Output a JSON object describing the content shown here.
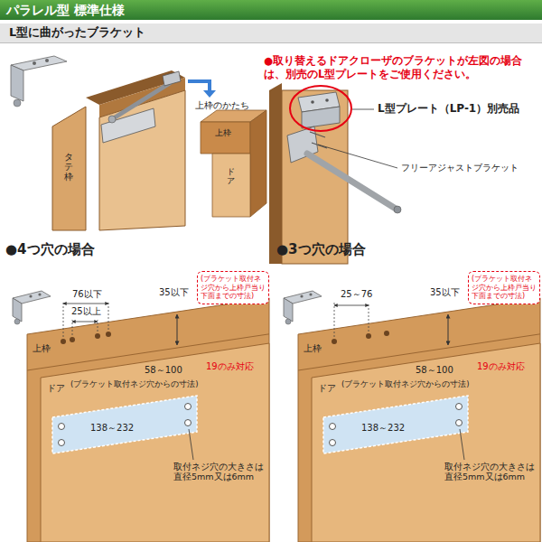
{
  "diagram": {
    "title": "パラレル型 標準仕様",
    "nodes": [
      {
        "text": [
          "L型に曲がったブラケット"
        ]
      },
      {
        "text": [
          "(ブラケット取付ネジ穴から上枠戸当り下面までの寸法)"
        ]
      },
      {
        "text": [
          "(ブラケット取付ネジ穴から上枠戸当り下面までの寸法)"
        ]
      }
    ],
    "labels": [
      "上枠のかたち",
      "上枠",
      "ドア",
      "タテ枠",
      "●取り替えるドアクローザのブラケットが左図の場合は、別売のL型プレートをご使用ください。",
      "L型プレート（LP-1）別売品",
      "フリーアジャストブラケット",
      "●4つ穴の場合",
      "76以下",
      "25以上",
      "35以下",
      "上枠",
      "58～100",
      "ドア",
      "(ブラケット取付ネジ穴からの寸法)",
      "19のみ対応",
      "138～232",
      "取付ネジ穴の大きさは直径5mm又は6mm",
      "●3つ穴の場合",
      "25～76",
      "35以下",
      "上枠",
      "58～100",
      "ドア",
      "(ブラケット取付ネジ穴からの寸法)",
      "19のみ対応",
      "138～232",
      "取付ネジ穴の大きさは直径5mm又は6mm"
    ]
  }
}
